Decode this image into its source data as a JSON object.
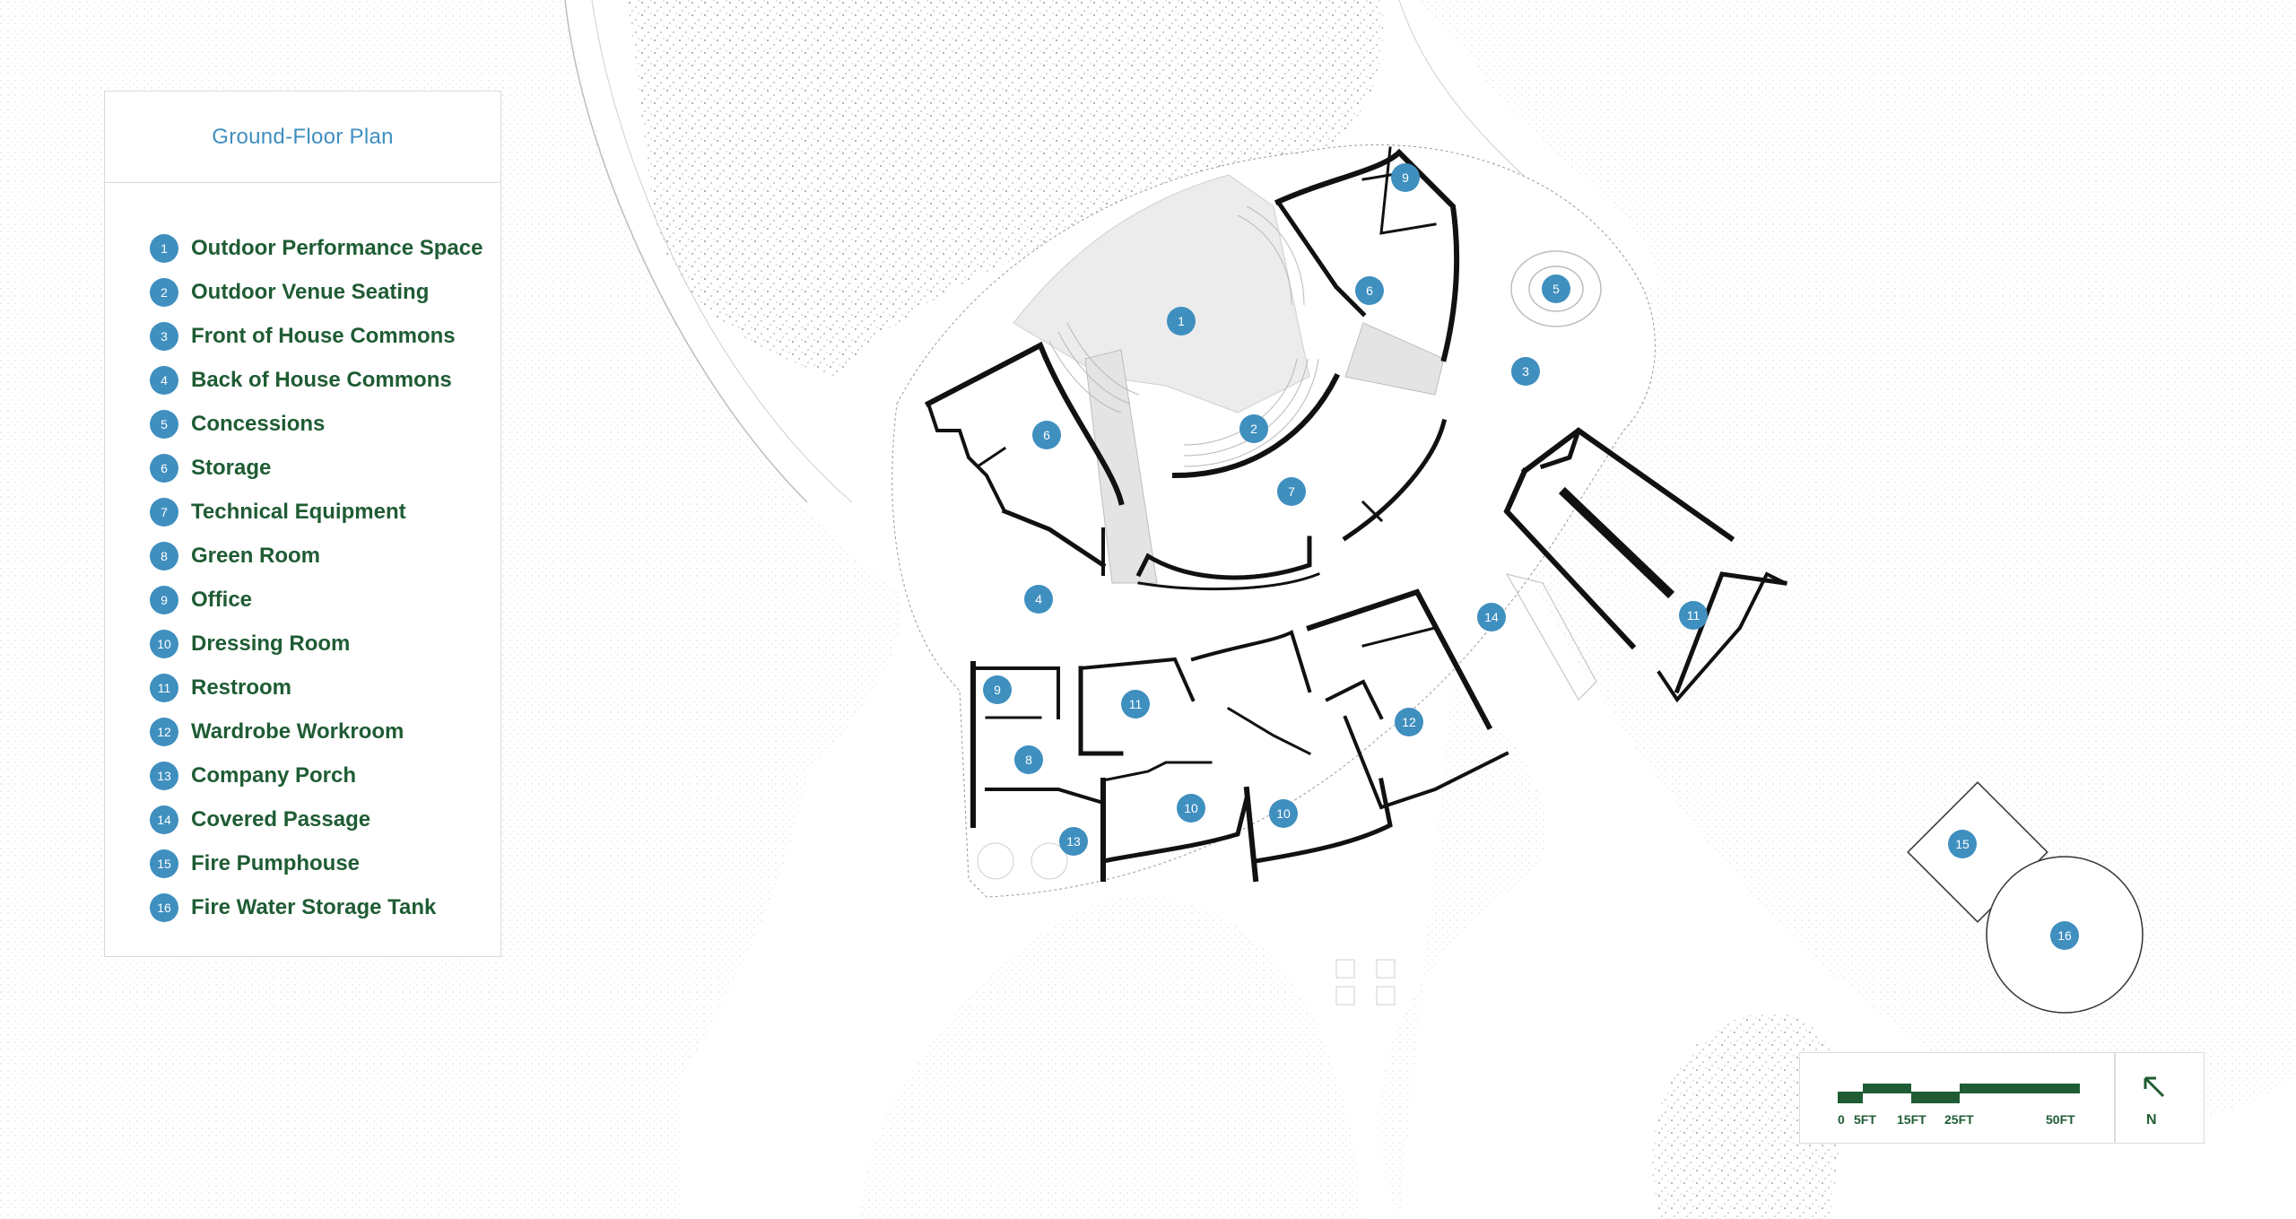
{
  "legend": {
    "title": "Ground-Floor Plan",
    "items": [
      {
        "num": "1",
        "label": "Outdoor Performance Space"
      },
      {
        "num": "2",
        "label": "Outdoor Venue Seating"
      },
      {
        "num": "3",
        "label": "Front of House Commons"
      },
      {
        "num": "4",
        "label": "Back of House Commons"
      },
      {
        "num": "5",
        "label": "Concessions"
      },
      {
        "num": "6",
        "label": "Storage"
      },
      {
        "num": "7",
        "label": "Technical Equipment"
      },
      {
        "num": "8",
        "label": "Green Room"
      },
      {
        "num": "9",
        "label": "Office"
      },
      {
        "num": "10",
        "label": "Dressing Room"
      },
      {
        "num": "11",
        "label": "Restroom"
      },
      {
        "num": "12",
        "label": "Wardrobe Workroom"
      },
      {
        "num": "13",
        "label": "Company Porch"
      },
      {
        "num": "14",
        "label": "Covered Passage"
      },
      {
        "num": "15",
        "label": "Fire Pumphouse"
      },
      {
        "num": "16",
        "label": "Fire Water Storage Tank"
      }
    ]
  },
  "scale": {
    "labels": [
      "0",
      "5FT",
      "15FT",
      "25FT",
      "50FT"
    ]
  },
  "north": {
    "label": "N"
  },
  "map_markers": [
    "1",
    "2",
    "3",
    "4",
    "5",
    "6",
    "6",
    "7",
    "8",
    "9",
    "9",
    "10",
    "10",
    "11",
    "11",
    "12",
    "13",
    "14",
    "15",
    "16"
  ],
  "colors": {
    "accent": "#3f8fbf",
    "text_green": "#1f5c34",
    "wall": "#111111",
    "stipple": "#b8b8b8"
  }
}
